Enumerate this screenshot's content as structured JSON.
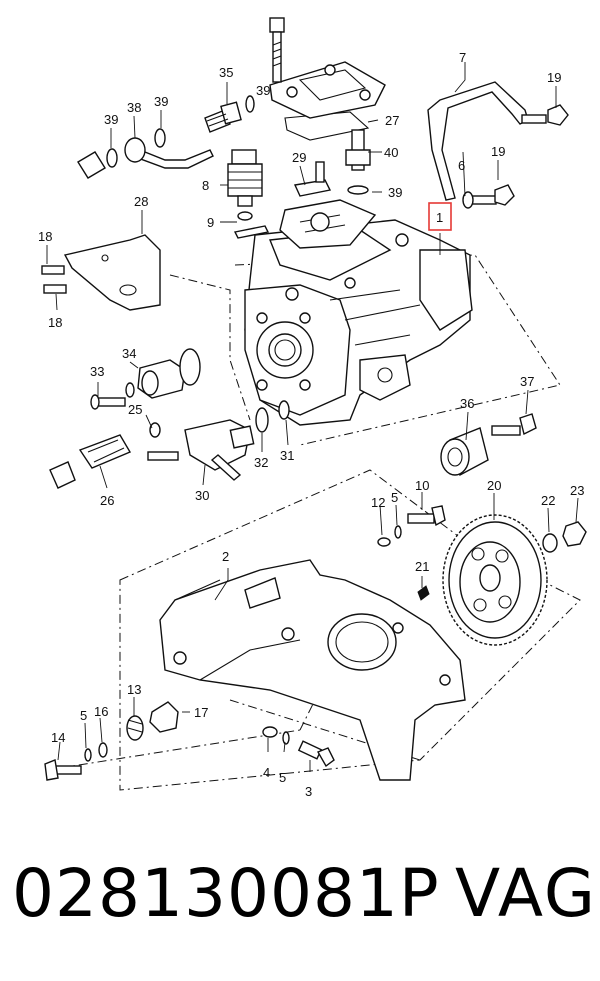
{
  "footer": {
    "part_number": "028130081P",
    "brand": "VAG"
  },
  "callouts": [
    "1",
    "2",
    "3",
    "4",
    "5",
    "5",
    "5",
    "6",
    "7",
    "8",
    "9",
    "10",
    "12",
    "13",
    "14",
    "16",
    "17",
    "18",
    "18",
    "19",
    "19",
    "20",
    "21",
    "22",
    "23",
    "25",
    "26",
    "27",
    "28",
    "29",
    "30",
    "31",
    "32",
    "33",
    "34",
    "35",
    "36",
    "37",
    "38",
    "39",
    "39",
    "39",
    "39",
    "40"
  ],
  "highlight_color": "#e53935"
}
